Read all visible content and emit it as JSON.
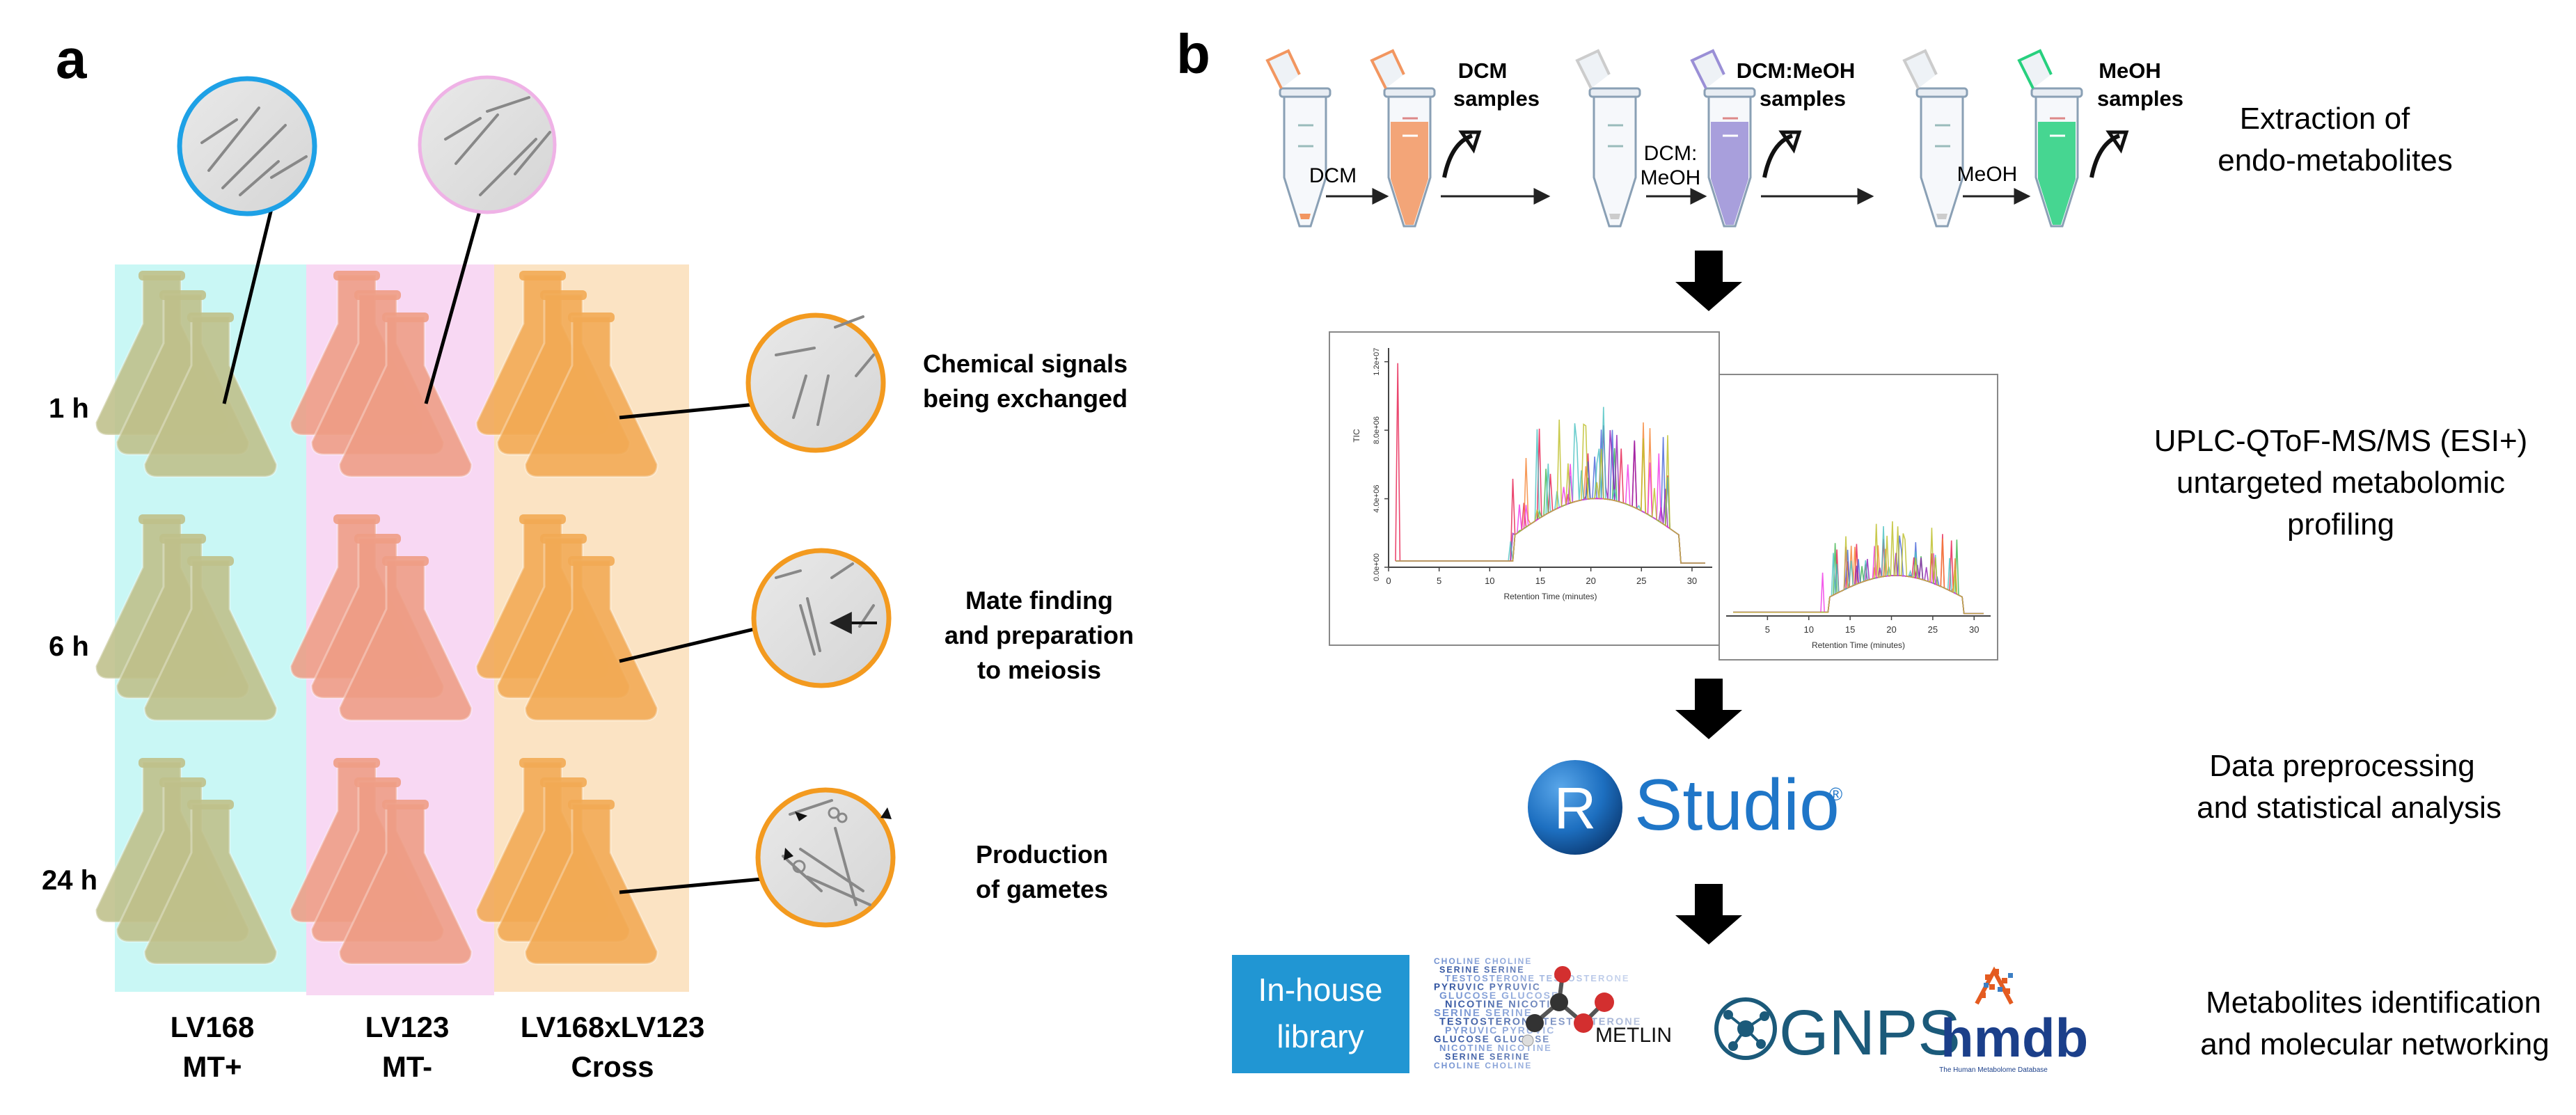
{
  "panel_a": {
    "label": "a",
    "time_labels": [
      "1 h",
      "6 h",
      "24 h"
    ],
    "strains": [
      {
        "line1": "LV168",
        "line2": "MT+",
        "color": "#c9f7f5"
      },
      {
        "line1": "LV123",
        "line2": "MT-",
        "color": "#f8d8f3"
      },
      {
        "line1": "LV168xLV123",
        "line2": "Cross",
        "color": "#fbe3c3"
      }
    ],
    "flask_colors": [
      "#bfc08a",
      "#ee9d85",
      "#f2aa54"
    ],
    "callouts": [
      {
        "line1": "Chemical signals",
        "line2": "being exchanged"
      },
      {
        "line1": "Mate finding",
        "line2": "and preparation",
        "line3": "to meiosis"
      },
      {
        "line1": "Production",
        "line2": "of gametes"
      }
    ]
  },
  "panel_b": {
    "label": "b",
    "tubes": [
      {
        "label": "DCM",
        "samples_line1": "DCM",
        "samples_line2": "samples",
        "color": "#f29660"
      },
      {
        "label_line1": "DCM:",
        "label_line2": "MeOH",
        "samples_line1": "DCM:MeOH",
        "samples_line2": "samples",
        "color": "#9a8fd6"
      },
      {
        "label": "MeOH",
        "samples_line1": "MeOH",
        "samples_line2": "samples",
        "color": "#27d07e"
      }
    ],
    "steps": [
      {
        "line1": "Extraction of",
        "line2": "endo-metabolites"
      },
      {
        "line1": "UPLC-QToF-MS/MS (ESI+)",
        "line2": "untargeted metabolomic",
        "line3": "profiling"
      },
      {
        "line1": "Data preprocessing",
        "line2": "and statistical analysis"
      },
      {
        "line1": "Metabolites identification",
        "line2": "and molecular networking"
      }
    ],
    "chromatogram": {
      "ylabel": "TIC",
      "xlabel": "Retention Time (minutes)",
      "yticks": [
        "0.0e+00",
        "4.0e+06",
        "8.0e+06",
        "1.2e+07"
      ],
      "xticks": [
        "0",
        "5",
        "10",
        "15",
        "20",
        "25",
        "30"
      ],
      "back_xticks": [
        "5",
        "10",
        "15",
        "20",
        "25",
        "30"
      ],
      "back_xlabel": "Retention Time (minutes)"
    },
    "rstudio": {
      "r": "R",
      "text": "Studio",
      "mark": "®"
    },
    "databases": {
      "inhouse_line1": "In-house",
      "inhouse_line2": "library",
      "metlin": "METLIN",
      "gnps": "GNPS",
      "hmdb": "hmdb",
      "hmdb_sub": "The Human Metabolome Database",
      "word_cloud": [
        "CHOLINE",
        "SERINE",
        "TESTOSTERONE",
        "PYRUVIC",
        "GLUCOSE",
        "NICOTINE",
        "SERINE",
        "TESTOSTERONE",
        "PYRUVIC",
        "GLUCOSE",
        "NICOTINE",
        "SERINE",
        "CHOLINE"
      ]
    }
  }
}
